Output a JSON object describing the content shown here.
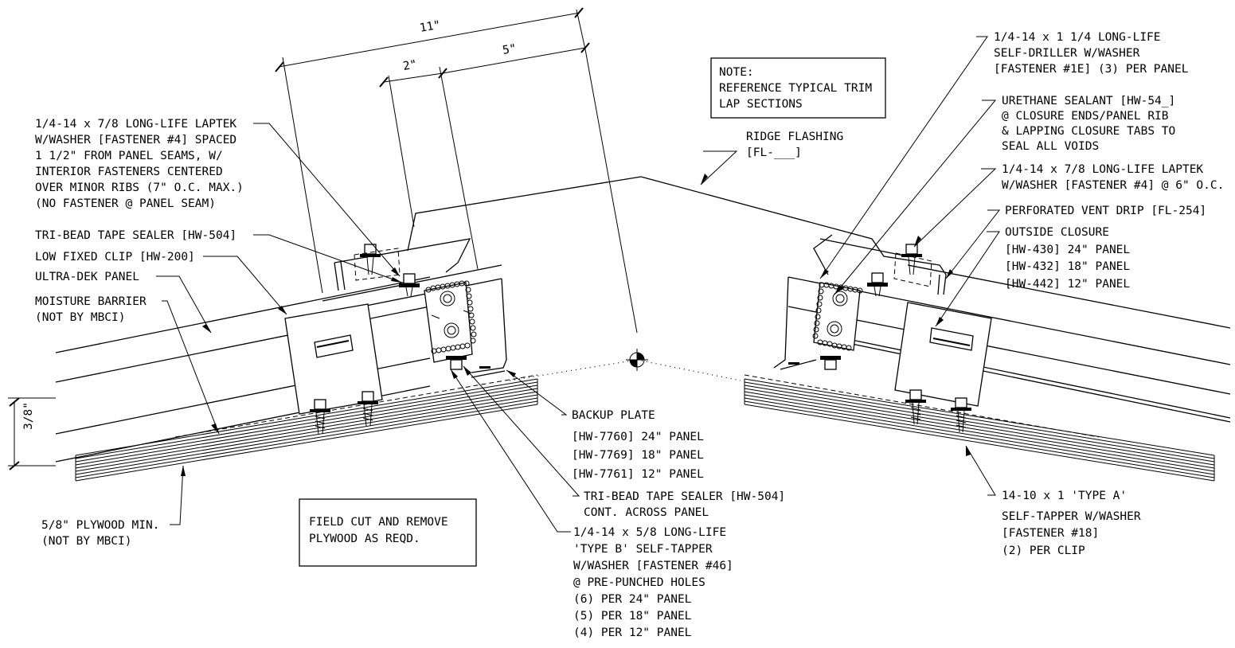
{
  "dimensions": {
    "d11": "11\"",
    "d2": "2\"",
    "d5": "5\"",
    "d38": "3/8\""
  },
  "note": [
    "NOTE:",
    "REFERENCE TYPICAL TRIM",
    "LAP SECTIONS"
  ],
  "field_cut": [
    "FIELD CUT AND REMOVE",
    "PLYWOOD AS REQD."
  ],
  "callouts": {
    "laptek_left": [
      "1/4-14 x 7/8 LONG-LIFE LAPTEK",
      "W/WASHER [FASTENER #4] SPACED",
      "1 1/2\" FROM PANEL SEAMS, W/",
      "INTERIOR FASTENERS CENTERED",
      "OVER MINOR RIBS (7\" O.C. MAX.)",
      "(NO FASTENER @ PANEL SEAM)"
    ],
    "tribead_upper": [
      "TRI-BEAD TAPE SEALER [HW-504]"
    ],
    "low_clip": [
      "LOW FIXED CLIP [HW-200]"
    ],
    "panel": [
      "ULTRA-DEK PANEL"
    ],
    "moisture": [
      "MOISTURE BARRIER",
      "(NOT BY MBCI)"
    ],
    "plywood": [
      "5/8\" PLYWOOD MIN.",
      "(NOT BY MBCI)"
    ],
    "ridge": [
      "RIDGE FLASHING",
      "[FL-___]"
    ],
    "backup": [
      "BACKUP PLATE",
      "[HW-7760] 24\" PANEL",
      "[HW-7769] 18\" PANEL",
      "[HW-7761] 12\" PANEL"
    ],
    "tribead_lower": [
      "TRI-BEAD TAPE SEALER [HW-504]",
      "CONT. ACROSS PANEL"
    ],
    "self_tapper_b": [
      "1/4-14 x 5/8 LONG-LIFE",
      "'TYPE B' SELF-TAPPER",
      "W/WASHER [FASTENER #46]",
      "@ PRE-PUNCHED HOLES",
      "(6) PER 24\" PANEL",
      "(5) PER 18\" PANEL",
      "(4) PER 12\" PANEL"
    ],
    "self_driller": [
      "1/4-14 x 1 1/4 LONG-LIFE",
      "SELF-DRILLER W/WASHER",
      "[FASTENER #1E] (3) PER PANEL"
    ],
    "urethane": [
      "URETHANE SEALANT [HW-54_]",
      "@ CLOSURE ENDS/PANEL RIB",
      "& LAPPING CLOSURE TABS TO",
      "SEAL ALL VOIDS"
    ],
    "laptek_right": [
      "1/4-14 x 7/8 LONG-LIFE LAPTEK",
      "W/WASHER [FASTENER #4] @ 6\" O.C."
    ],
    "vent_drip": [
      "PERFORATED VENT DRIP [FL-254]"
    ],
    "outside_closure": [
      "OUTSIDE CLOSURE",
      "[HW-430] 24\" PANEL",
      "[HW-432] 18\" PANEL",
      "[HW-442] 12\" PANEL"
    ],
    "type_a": [
      "14-10 x 1 'TYPE A'",
      "SELF-TAPPER W/WASHER",
      "[FASTENER #18]",
      "(2) PER CLIP"
    ]
  }
}
